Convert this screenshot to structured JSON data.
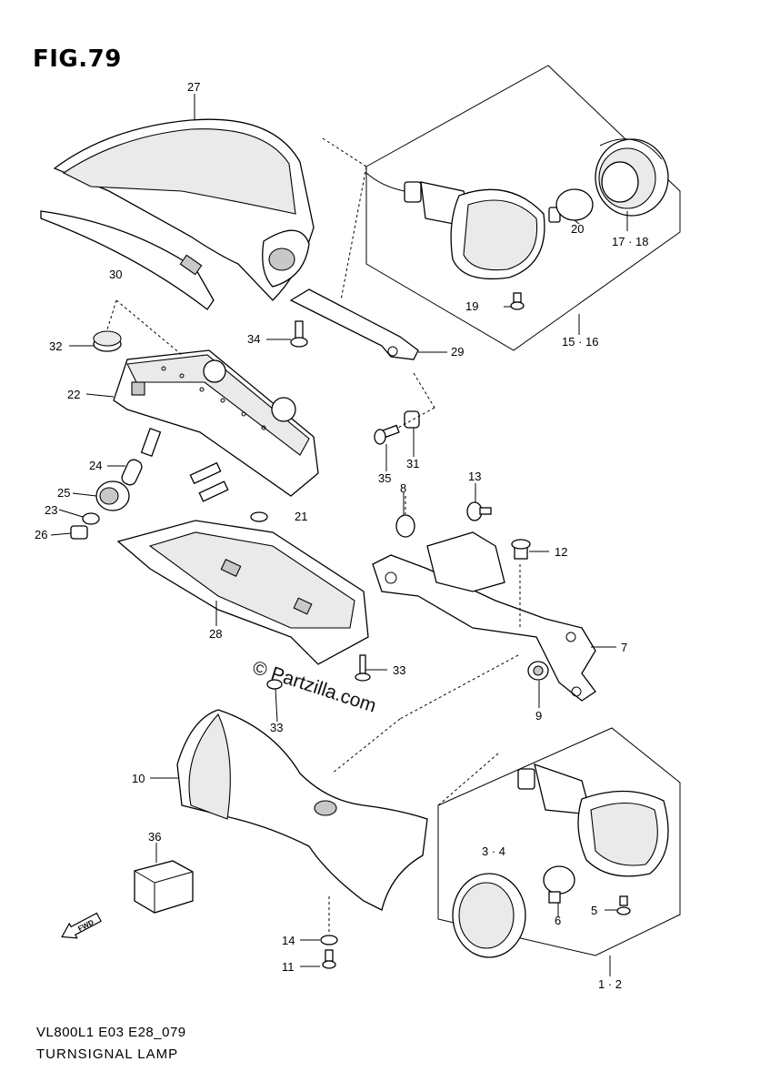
{
  "figure_title": "FIG.79",
  "model_code": "VL800L1 E03 E28_079",
  "section_name": "TURNSIGNAL LAMP",
  "watermark": "© Partzilla.com",
  "callouts": [
    {
      "id": "c27",
      "label": "27"
    },
    {
      "id": "c30",
      "label": "30"
    },
    {
      "id": "c32",
      "label": "32"
    },
    {
      "id": "c22",
      "label": "22"
    },
    {
      "id": "c34",
      "label": "34"
    },
    {
      "id": "c29",
      "label": "29"
    },
    {
      "id": "c19",
      "label": "19"
    },
    {
      "id": "c20",
      "label": "20"
    },
    {
      "id": "c17_18",
      "label": "17 · 18"
    },
    {
      "id": "c15_16",
      "label": "15 · 16"
    },
    {
      "id": "c35",
      "label": "35"
    },
    {
      "id": "c31",
      "label": "31"
    },
    {
      "id": "c24",
      "label": "24"
    },
    {
      "id": "c25",
      "label": "25"
    },
    {
      "id": "c23",
      "label": "23"
    },
    {
      "id": "c26",
      "label": "26"
    },
    {
      "id": "c21",
      "label": "21"
    },
    {
      "id": "c13",
      "label": "13"
    },
    {
      "id": "c8",
      "label": "8"
    },
    {
      "id": "c12",
      "label": "12"
    },
    {
      "id": "c7",
      "label": "7"
    },
    {
      "id": "c9",
      "label": "9"
    },
    {
      "id": "c28",
      "label": "28"
    },
    {
      "id": "c33a",
      "label": "33"
    },
    {
      "id": "c33b",
      "label": "33"
    },
    {
      "id": "c10",
      "label": "10"
    },
    {
      "id": "c36",
      "label": "36"
    },
    {
      "id": "c3_4",
      "label": "3 · 4"
    },
    {
      "id": "c6",
      "label": "6"
    },
    {
      "id": "c5",
      "label": "5"
    },
    {
      "id": "c14",
      "label": "14"
    },
    {
      "id": "c11",
      "label": "11"
    },
    {
      "id": "c1_2",
      "label": "1 · 2"
    }
  ],
  "fwd_arrow": {
    "label": "FWD",
    "icon": "fwd-arrow-icon"
  }
}
